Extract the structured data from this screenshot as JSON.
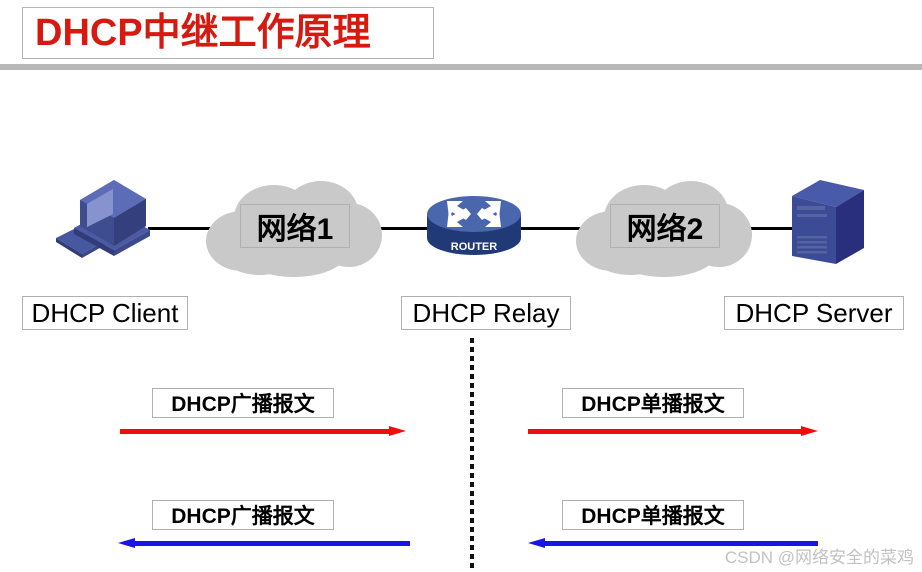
{
  "slide": {
    "title": "DHCP中继工作原理",
    "title_color": "#d61a0f"
  },
  "topology": {
    "nodes": [
      {
        "id": "client",
        "icon": "desktop-computer-icon",
        "label": "DHCP Client"
      },
      {
        "id": "network1",
        "icon": "cloud-icon",
        "label": "网络1"
      },
      {
        "id": "relay",
        "icon": "router-icon",
        "icon_caption": "ROUTER",
        "label": "DHCP Relay"
      },
      {
        "id": "network2",
        "icon": "cloud-icon",
        "label": "网络2"
      },
      {
        "id": "server",
        "icon": "server-tower-icon",
        "label": "DHCP Server"
      }
    ]
  },
  "flows": {
    "upper": [
      {
        "label": "DHCP广播报文",
        "direction": "right",
        "color": "#f30c0c",
        "side": "left"
      },
      {
        "label": "DHCP单播报文",
        "direction": "right",
        "color": "#f30c0c",
        "side": "right"
      }
    ],
    "lower": [
      {
        "label": "DHCP广播报文",
        "direction": "left",
        "color": "#1a14e8",
        "side": "left"
      },
      {
        "label": "DHCP单播报文",
        "direction": "left",
        "color": "#1a14e8",
        "side": "right"
      }
    ]
  },
  "watermark": {
    "text": "CSDN @网络安全的菜鸡"
  }
}
